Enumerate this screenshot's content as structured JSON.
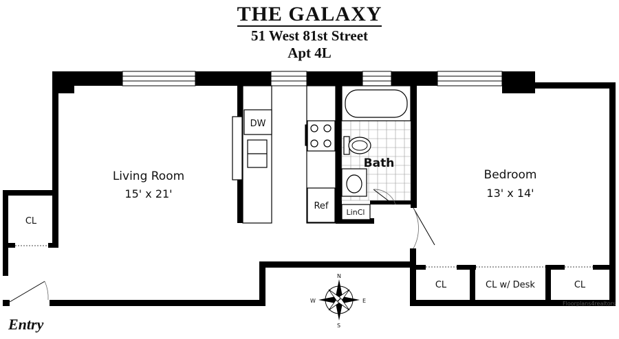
{
  "header": {
    "building_name": "THE GALAXY",
    "address": "51 West 81st Street",
    "unit": "Apt 4L"
  },
  "rooms": {
    "living_room": {
      "name": "Living Room",
      "size": "15' x 21'"
    },
    "bedroom": {
      "name": "Bedroom",
      "size": "13' x 14'"
    },
    "bath": {
      "name": "Bath"
    }
  },
  "labels": {
    "closet_entry": "CL",
    "dishwasher": "DW",
    "refrigerator": "Ref",
    "linen_closet": "LinCl",
    "closet_1": "CL",
    "closet_desk": "CL w/ Desk",
    "closet_2": "CL",
    "entry": "Entry"
  },
  "compass": {
    "n": "N",
    "s": "S",
    "e": "E",
    "w": "W"
  },
  "credit": "Floorplans4realtors"
}
